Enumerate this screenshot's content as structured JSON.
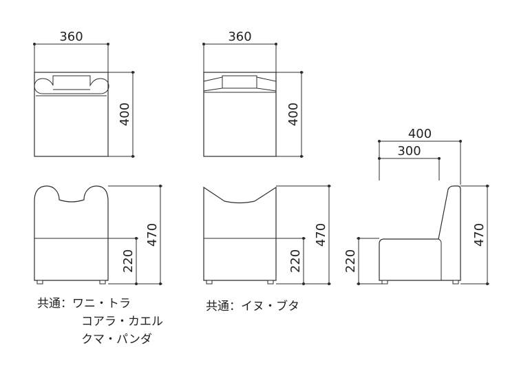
{
  "dimensions": {
    "a_width": "360",
    "a_depth": "400",
    "a_height": "470",
    "a_seat": "220",
    "b_width": "360",
    "b_depth": "400",
    "b_height": "470",
    "b_seat": "220",
    "c_depth_total": "400",
    "c_depth_seat": "300",
    "c_height": "470",
    "c_seat": "220"
  },
  "captions": {
    "group_a": {
      "label": "共通：",
      "lines": [
        "ワニ・トラ",
        "コアラ・カエル",
        "クマ・パンダ"
      ]
    },
    "group_b": {
      "label": "共通：",
      "lines": [
        "イヌ・ブタ"
      ]
    }
  }
}
